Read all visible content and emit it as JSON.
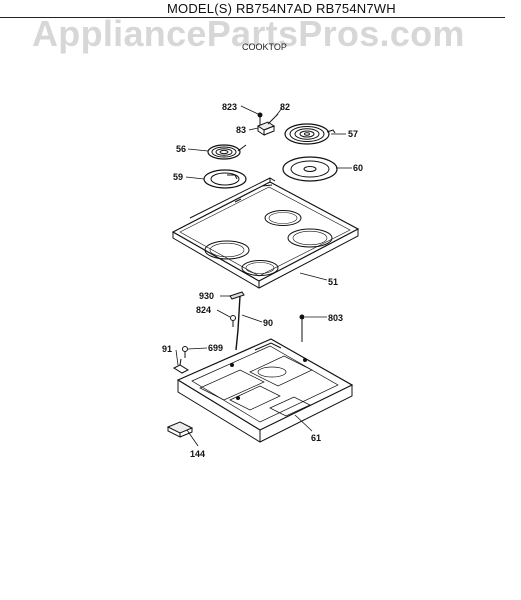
{
  "header": {
    "title": "MODEL(S) RB754N7AD RB754N7WH",
    "section": "COOKTOP"
  },
  "watermark": {
    "text": "AppliancePartsPros.com"
  },
  "parts": {
    "p823": "823",
    "p82": "82",
    "p83": "83",
    "p57": "57",
    "p56": "56",
    "p60": "60",
    "p59": "59",
    "p51": "51",
    "p930": "930",
    "p824": "824",
    "p90": "90",
    "p803": "803",
    "p91": "91",
    "p699": "699",
    "p61": "61",
    "p144": "144"
  }
}
